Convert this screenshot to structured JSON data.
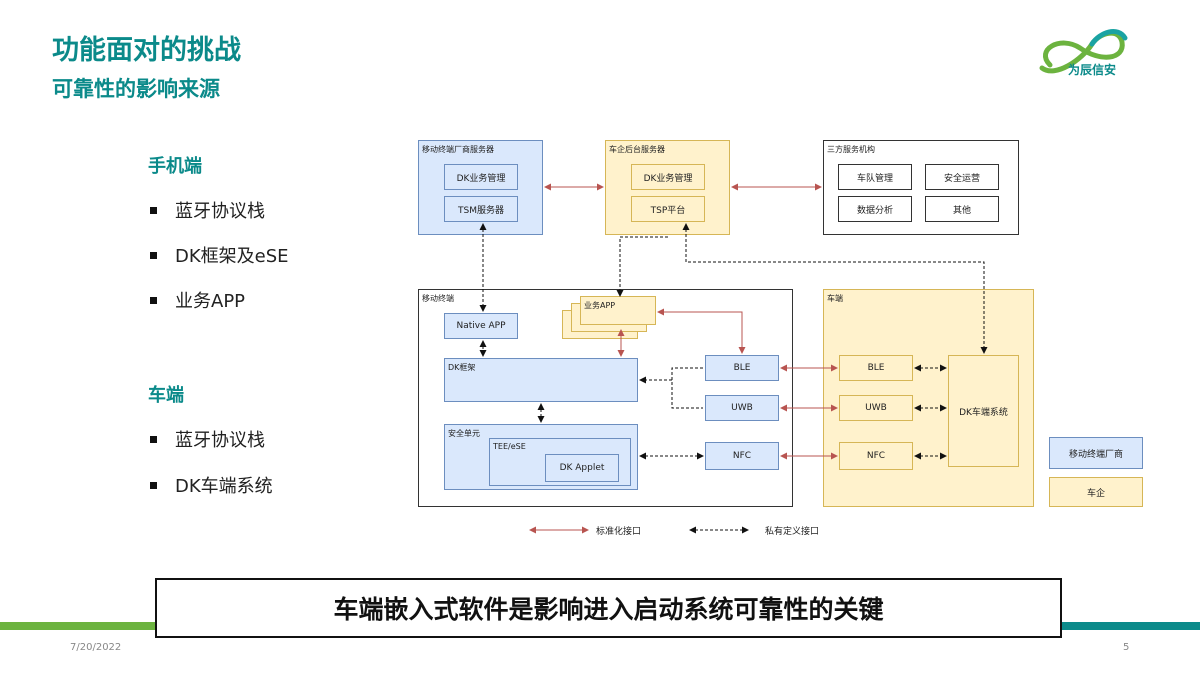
{
  "header": {
    "title": "功能面对的挑战",
    "subtitle": "可靠性的影响来源",
    "logo_text": "为辰信安"
  },
  "left_panel": {
    "phone_heading": "手机端",
    "phone_items": [
      "蓝牙协议栈",
      "DK框架及eSE",
      "业务APP"
    ],
    "car_heading": "车端",
    "car_items": [
      "蓝牙协议栈",
      "DK车端系统"
    ]
  },
  "diagram": {
    "mobile_server": {
      "title": "移动终端厂商服务器",
      "dk": "DK业务管理",
      "tsm": "TSM服务器"
    },
    "car_server": {
      "title": "车企后台服务器",
      "dk": "DK业务管理",
      "tsp": "TSP平台"
    },
    "third_party": {
      "title": "三方服务机构",
      "items": [
        "车队管理",
        "安全运营",
        "数据分析",
        "其他"
      ]
    },
    "mobile_terminal": {
      "title": "移动终端",
      "native_app": "Native APP",
      "business_app": "业务APP",
      "dk_framework": "DK框架",
      "security_unit": "安全单元",
      "tee": "TEE/eSE",
      "applet": "DK Applet",
      "ble": "BLE",
      "uwb": "UWB",
      "nfc": "NFC"
    },
    "vehicle": {
      "title": "车端",
      "ble": "BLE",
      "uwb": "UWB",
      "nfc": "NFC",
      "dk_system": "DK车端系统"
    },
    "legend": {
      "mobile_vendor": "移动终端厂商",
      "car_company": "车企",
      "standard_interface": "标准化接口",
      "private_interface": "私有定义接口"
    }
  },
  "banner_text": "车端嵌入式软件是影响进入启动系统可靠性的关键",
  "footer": {
    "date": "7/20/2022",
    "page": "5"
  },
  "colors": {
    "accent": "#0b8a8a",
    "green": "#6cb33f",
    "blue_fill": "#dae8fc",
    "yellow_fill": "#fff2cc",
    "red_arrow": "#b85450"
  }
}
